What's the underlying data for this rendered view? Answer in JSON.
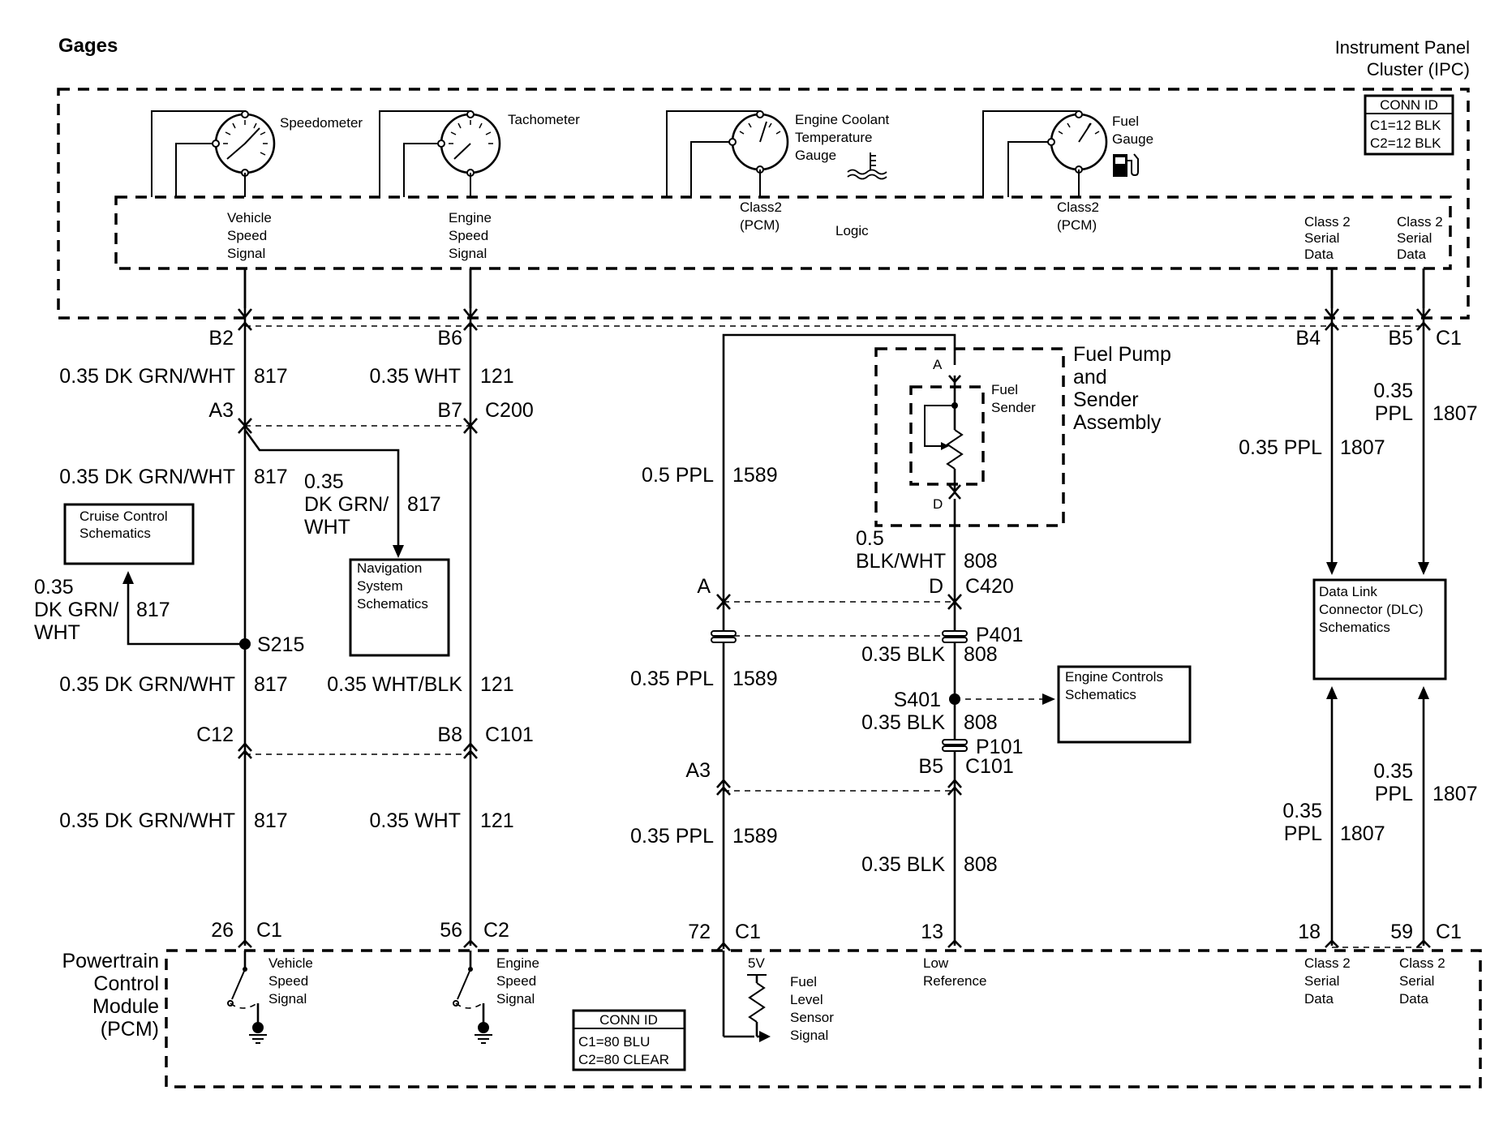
{
  "title": "Gages",
  "ipc": {
    "label": [
      "Instrument Panel",
      "Cluster (IPC)"
    ],
    "conn_id": {
      "header": "CONN ID",
      "lines": [
        "C1=12 BLK",
        "C2=12 BLK"
      ]
    },
    "gauges": {
      "speedometer": "Speedometer",
      "tachometer": "Tachometer",
      "coolant": [
        "Engine Coolant",
        "Temperature",
        "Gauge"
      ],
      "fuel": [
        "Fuel",
        "Gauge"
      ]
    },
    "logic": {
      "vss": [
        "Vehicle",
        "Speed",
        "Signal"
      ],
      "ess": [
        "Engine",
        "Speed",
        "Signal"
      ],
      "class2_coolant": [
        "Class2",
        "(PCM)"
      ],
      "logic": "Logic",
      "class2_fuel": [
        "Class2",
        "(PCM)"
      ],
      "serial1": [
        "Class 2",
        "Serial",
        "Data"
      ],
      "serial2": [
        "Class 2",
        "Serial",
        "Data"
      ]
    }
  },
  "wires": {
    "vss": {
      "top_pin": "B2",
      "seg1": {
        "gauge": "0.35 DK GRN/WHT",
        "circuit": "817"
      },
      "pin_a3": "A3",
      "seg2": {
        "gauge": "0.35 DK GRN/WHT",
        "circuit": "817"
      },
      "branch_nav": {
        "gauge": [
          "0.35",
          "DK GRN/",
          "WHT"
        ],
        "circuit": "817"
      },
      "branch_cruise": {
        "gauge": [
          "0.35",
          "DK GRN/",
          "WHT"
        ],
        "circuit": "817"
      },
      "splice": "S215",
      "seg3": {
        "gauge": "0.35 DK GRN/WHT",
        "circuit": "817"
      },
      "pin_c12": "C12",
      "seg4": {
        "gauge": "0.35 DK GRN/WHT",
        "circuit": "817"
      },
      "pcm_pin": "26",
      "pcm_conn": "C1"
    },
    "ess": {
      "top_pin": "B6",
      "seg1": {
        "gauge": "0.35 WHT",
        "circuit": "121"
      },
      "pin_b7": "B7",
      "conn_c200": "C200",
      "seg2": {
        "gauge": "0.35 WHT/BLK",
        "circuit": "121"
      },
      "pin_b8": "B8",
      "conn_c101": "C101",
      "seg3": {
        "gauge": "0.35 WHT",
        "circuit": "121"
      },
      "pcm_pin": "56",
      "pcm_conn": "C2"
    },
    "fuel_level": {
      "seg1": {
        "gauge": "0.5 PPL",
        "circuit": "1589"
      },
      "pin_a": "A",
      "seg2": {
        "gauge": "0.35 PPL",
        "circuit": "1589"
      },
      "pin_a3": "A3",
      "seg3": {
        "gauge": "0.35 PPL",
        "circuit": "1589"
      },
      "pcm_pin": "72",
      "pcm_conn": "C1"
    },
    "low_ref": {
      "sender_pin_a": "A",
      "sender_pin_d": "D",
      "seg1": {
        "gauge": [
          "0.5",
          "BLK/WHT"
        ],
        "circuit": "808"
      },
      "pin_d": "D",
      "conn_c420": "C420",
      "p401": "P401",
      "seg2": {
        "gauge": "0.35 BLK",
        "circuit": "808"
      },
      "splice": "S401",
      "seg3": {
        "gauge": "0.35 BLK",
        "circuit": "808"
      },
      "p101": "P101",
      "pin_b5": "B5",
      "conn_c101": "C101",
      "seg4": {
        "gauge": "0.35 BLK",
        "circuit": "808"
      },
      "pcm_pin": "13"
    },
    "serial1": {
      "top_pin": "B4",
      "seg1": {
        "gauge": "0.35 PPL",
        "circuit": "1807"
      },
      "seg2": {
        "gauge": [
          "0.35",
          "PPL"
        ],
        "circuit": "1807"
      },
      "pcm_pin": "18"
    },
    "serial2": {
      "top_pin": "B5",
      "top_conn": "C1",
      "seg1": {
        "gauge": [
          "0.35",
          "PPL"
        ],
        "circuit": "1807"
      },
      "seg2": {
        "gauge": [
          "0.35",
          "PPL"
        ],
        "circuit": "1807"
      },
      "pcm_pin": "59",
      "pcm_conn": "C1"
    }
  },
  "fuel_pump": {
    "label": [
      "Fuel Pump",
      "and",
      "Sender",
      "Assembly"
    ],
    "sender": [
      "Fuel",
      "Sender"
    ]
  },
  "boxes": {
    "cruise": [
      "Cruise Control",
      "Schematics"
    ],
    "navigation": [
      "Navigation",
      "System",
      "Schematics"
    ],
    "engine_controls": [
      "Engine Controls",
      "Schematics"
    ],
    "dlc": [
      "Data Link",
      "Connector (DLC)",
      "Schematics"
    ]
  },
  "pcm": {
    "label": [
      "Powertrain",
      "Control",
      "Module",
      "(PCM)"
    ],
    "vss": [
      "Vehicle",
      "Speed",
      "Signal"
    ],
    "ess": [
      "Engine",
      "Speed",
      "Signal"
    ],
    "volt": "5V",
    "fuel_sensor": [
      "Fuel",
      "Level",
      "Sensor",
      "Signal"
    ],
    "low_ref": [
      "Low",
      "Reference"
    ],
    "serial1": [
      "Class 2",
      "Serial",
      "Data"
    ],
    "serial2": [
      "Class 2",
      "Serial",
      "Data"
    ],
    "conn_id": {
      "header": "CONN ID",
      "lines": [
        "C1=80 BLU",
        "C2=80 CLEAR"
      ]
    }
  }
}
